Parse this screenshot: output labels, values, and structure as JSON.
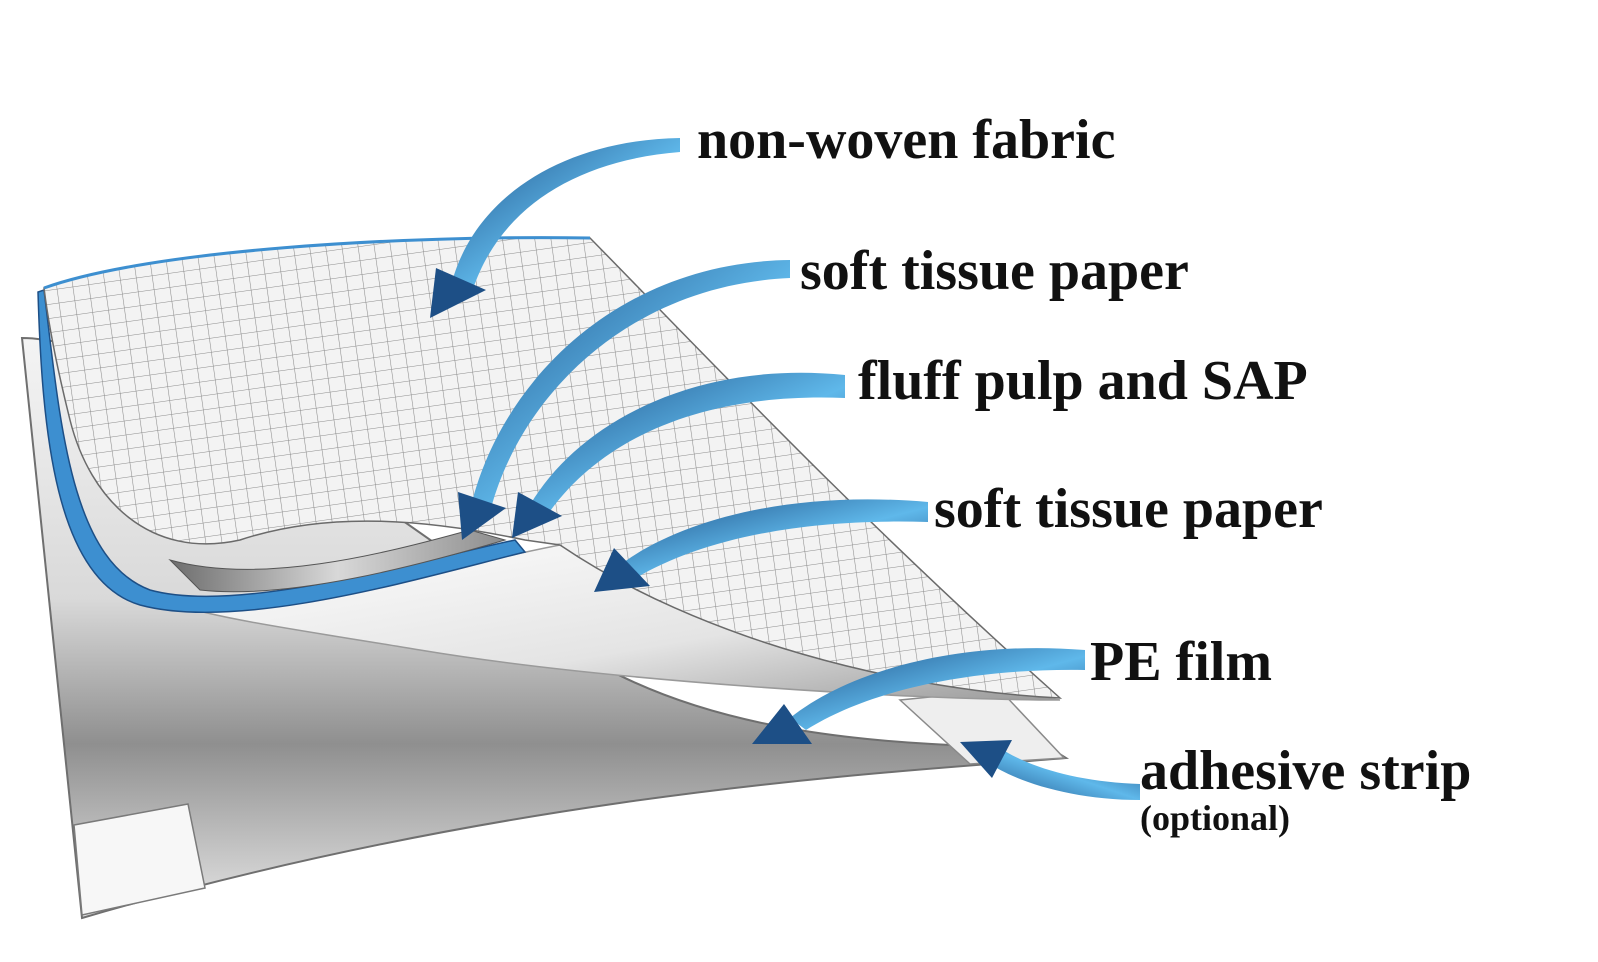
{
  "layers": [
    {
      "id": "nonwoven",
      "label": "non-woven fabric"
    },
    {
      "id": "tissue-top",
      "label": "soft tissue paper"
    },
    {
      "id": "fluff",
      "label": "fluff pulp and SAP"
    },
    {
      "id": "tissue-bottom",
      "label": "soft tissue paper"
    },
    {
      "id": "pe-film",
      "label": "PE film"
    },
    {
      "id": "adhesive",
      "label": "adhesive strip",
      "note": "(optional)"
    }
  ],
  "colors": {
    "arrow_dark": "#1d4f86",
    "arrow_light": "#5fb8ea",
    "mesh_line": "#8a8a8a",
    "mesh_fill": "#f2f2f2",
    "blue_layer": "#3d8fd0",
    "sheet_shadow": "#7a7a7a"
  }
}
